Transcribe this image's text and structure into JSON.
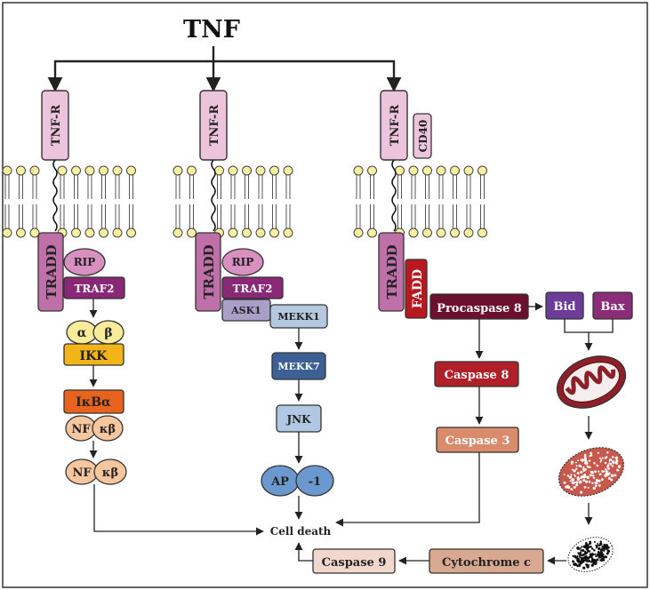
{
  "title": "TNF",
  "receptor_label": "TNF-R",
  "cd40_label": "CD40",
  "tradd_label": "TRADD",
  "fadd_label": "FADD",
  "left_branch": {
    "rip": "RIP",
    "traf2": "TRAF2",
    "alpha": "α",
    "beta": "β",
    "ikk": "IKK",
    "ikba": "IκBα",
    "nf": "NF",
    "kb": "κβ"
  },
  "middle_branch": {
    "rip": "RIP",
    "traf2": "TRAF2",
    "ask1": "ASK1",
    "mekk1": "MEKK1",
    "mekk7": "MEKK7",
    "jnk": "JNK",
    "ap": "AP",
    "one": "-1"
  },
  "right_branch": {
    "procaspase8": "Procaspase 8",
    "bid": "Bid",
    "bax": "Bax",
    "caspase8": "Caspase 8",
    "caspase3": "Caspase 3",
    "cytochrome_c": "Cytochrome c",
    "caspase9": "Caspase 9"
  },
  "cell_death": "Cell death",
  "colors": {
    "receptor": "#ecc4dc",
    "tradd": "#c070a8",
    "rip": "#d890c0",
    "traf2": "#8a2878",
    "ikk_sub": "#f8ec9a",
    "ikk": "#f2b418",
    "ikba": "#e8641e",
    "nfkb": "#f6c69e",
    "ask1": "#a8a0c8",
    "mekk1": "#b4c8e0",
    "mekk7": "#3c6094",
    "jnk": "#b0c8e4",
    "ap1": "#6c98d0",
    "fadd": "#b81820",
    "procaspase8": "#6c1030",
    "caspase8": "#b02028",
    "caspase3": "#d88c6c",
    "bid": "#6c3c98",
    "bax": "#8a2c78",
    "cytochrome_c": "#d8a890",
    "caspase9": "#f2d8cc",
    "mito": "#8c2028",
    "lipid_head": "#f6f0a0"
  }
}
